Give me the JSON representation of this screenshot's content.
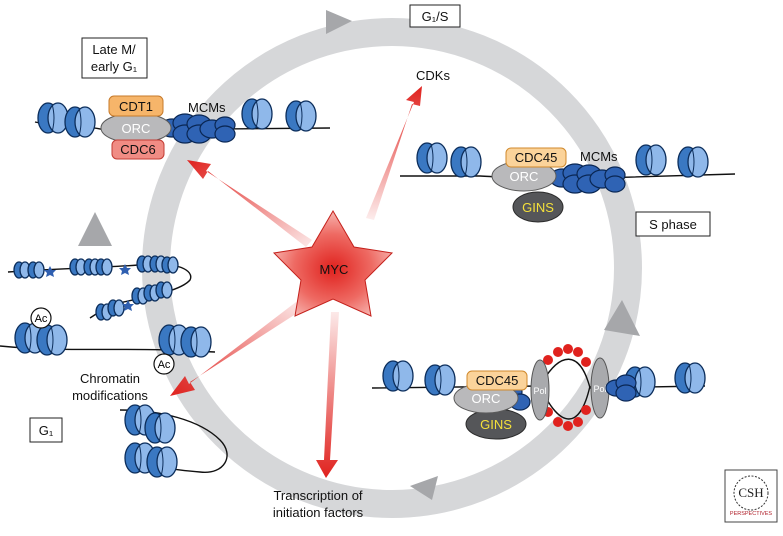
{
  "center": {
    "label": "MYC"
  },
  "stages": {
    "g1s": "G₁/S",
    "late_m_line1": "Late M/",
    "late_m_line2": "early G₁",
    "s_phase": "S phase",
    "g1": "G₁"
  },
  "licensing": {
    "cdt1": "CDT1",
    "orc": "ORC",
    "cdc6": "CDC6",
    "mcms": "MCMs"
  },
  "activation": {
    "cdc45": "CDC45",
    "orc": "ORC",
    "gins": "GINS",
    "mcms": "MCMs"
  },
  "fork": {
    "cdc45": "CDC45",
    "orc": "ORC",
    "gins": "GINS",
    "pol": "Pol"
  },
  "arrows": {
    "cdks": "CDKs",
    "chromatin_line1": "Chromatin",
    "chromatin_line2": "modifications",
    "transcription_line1": "Transcription of",
    "transcription_line2": "initiation factors"
  },
  "chromatin": {
    "ac": "Ac"
  },
  "logo": {
    "initials": "CSH",
    "subtitle": "PERSPECTIVES"
  },
  "colors": {
    "myc_red": "#e0221e",
    "nucleosome_blue": "#3a78c2",
    "ring_gray": "#d6d7d9",
    "gins_text": "#f4e03a"
  }
}
